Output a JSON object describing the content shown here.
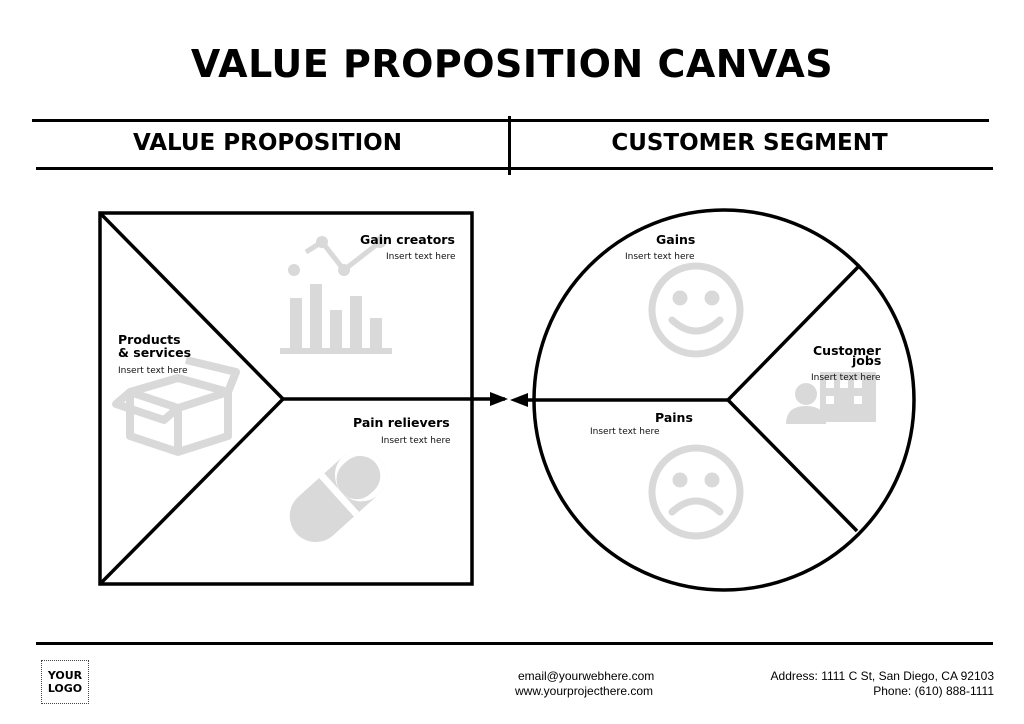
{
  "title": "VALUE PROPOSITION CANVAS",
  "headers": {
    "left": "VALUE PROPOSITION",
    "right": "CUSTOMER SEGMENT"
  },
  "value_map": {
    "gain_creators": {
      "label": "Gain creators",
      "text": "Insert text here"
    },
    "products_services": {
      "label_line1": "Products",
      "label_line2": "& services",
      "text": "Insert text here"
    },
    "pain_relievers": {
      "label": "Pain relievers",
      "text": "Insert text here"
    }
  },
  "customer_profile": {
    "gains": {
      "label": "Gains",
      "text": "Insert text here"
    },
    "customer_jobs": {
      "label_line1": "Customer",
      "label_line2": "jobs",
      "text": "Insert text here"
    },
    "pains": {
      "label": "Pains",
      "text": "Insert text here"
    }
  },
  "footer": {
    "logo_line1": "YOUR",
    "logo_line2": "LOGO",
    "email": "email@yourwebhere.com",
    "website": "www.yourprojecthere.com",
    "address": "Address: 1111 C St, San Diego, CA 92103",
    "phone": "Phone: (610) 888-1111"
  },
  "colors": {
    "ink": "#000000",
    "icon_gray": "#d9d9d9"
  },
  "icons": [
    "growth-chart-icon",
    "open-box-icon",
    "pill-icon",
    "smiley-face-icon",
    "sad-face-icon",
    "worker-building-icon"
  ]
}
